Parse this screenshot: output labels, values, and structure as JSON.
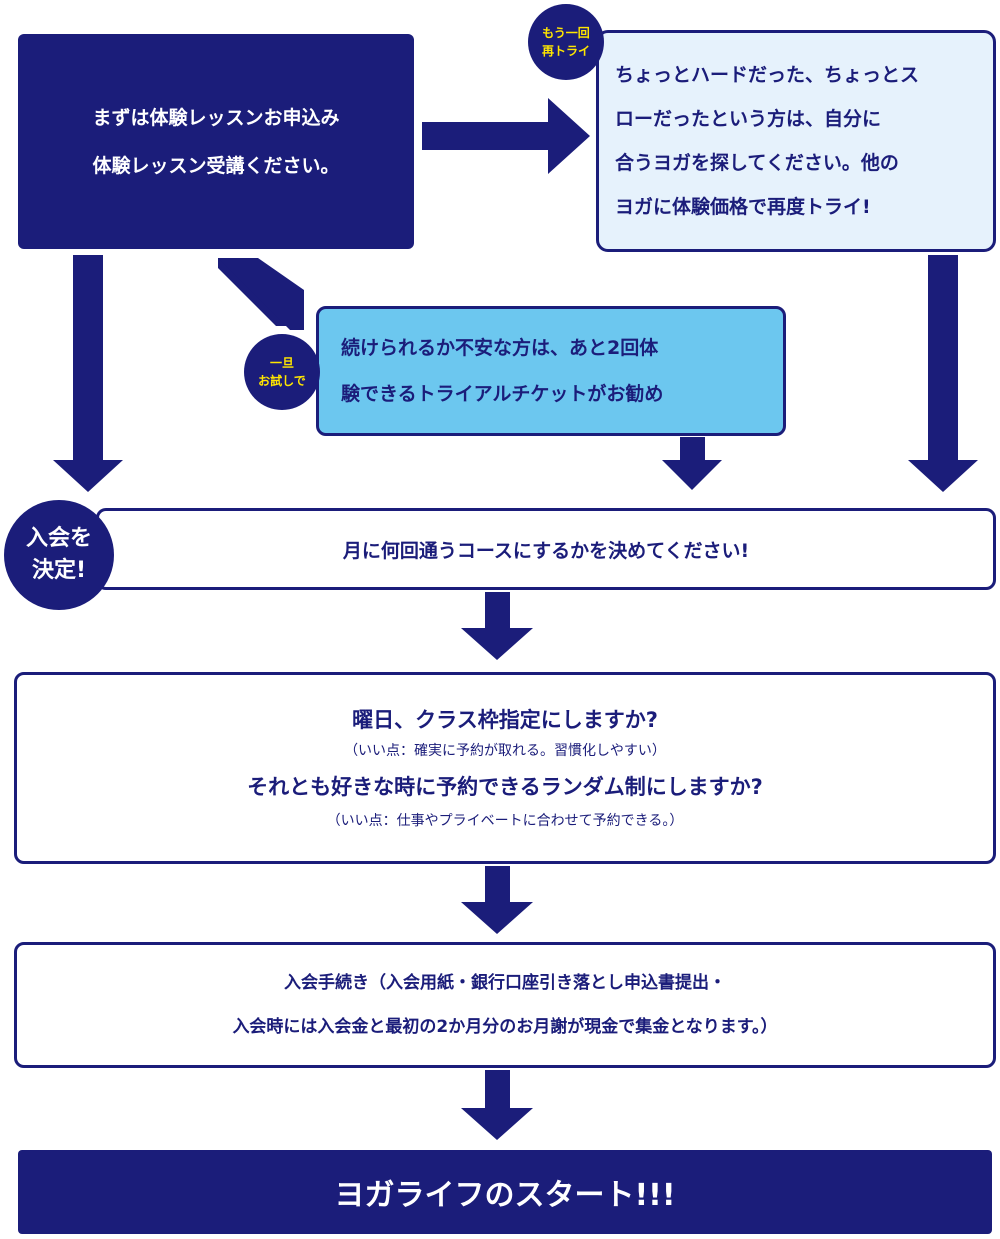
{
  "trial": {
    "line1": "まずは体験レッスンお申込み",
    "line2": "体験レッスン受講ください。"
  },
  "retry": {
    "badge_line1": "もう一回",
    "badge_line2": "再トライ",
    "line1": "ちょっとハードだった、ちょっとス",
    "line2": "ローだったという方は、自分に",
    "line3": "合うヨガを探してください。他の",
    "line4": "ヨガに体験価格で再度トライ!"
  },
  "ticket": {
    "badge_line1": "一旦",
    "badge_line2": "お試しで",
    "line1": "続けられるか不安な方は、あと2回体",
    "line2": "験できるトライアルチケットがお勧め"
  },
  "decide": {
    "badge_line1": "入会を",
    "badge_line2": "決定!",
    "text": "月に何回通うコースにするかを決めてください!"
  },
  "schedule": {
    "question1": "曜日、クラス枠指定にしますか?",
    "note1": "（いい点：確実に予約が取れる。習慣化しやすい）",
    "question2": "それとも好きな時に予約できるランダム制にしますか?",
    "note2": "（いい点：仕事やプライベートに合わせて予約できる。）"
  },
  "procedure": {
    "line1": "入会手続き（入会用紙・銀行口座引き落とし申込書提出・",
    "line2": "入会時には入会金と最初の2か月分のお月謝が現金で集金となります。）"
  },
  "start": {
    "text": "ヨガライフのスタート!!!"
  },
  "colors": {
    "navy": "#1b1d7a",
    "light_blue": "#e6f2fc",
    "sky_blue": "#6cc7ef",
    "yellow": "#ffe600"
  }
}
